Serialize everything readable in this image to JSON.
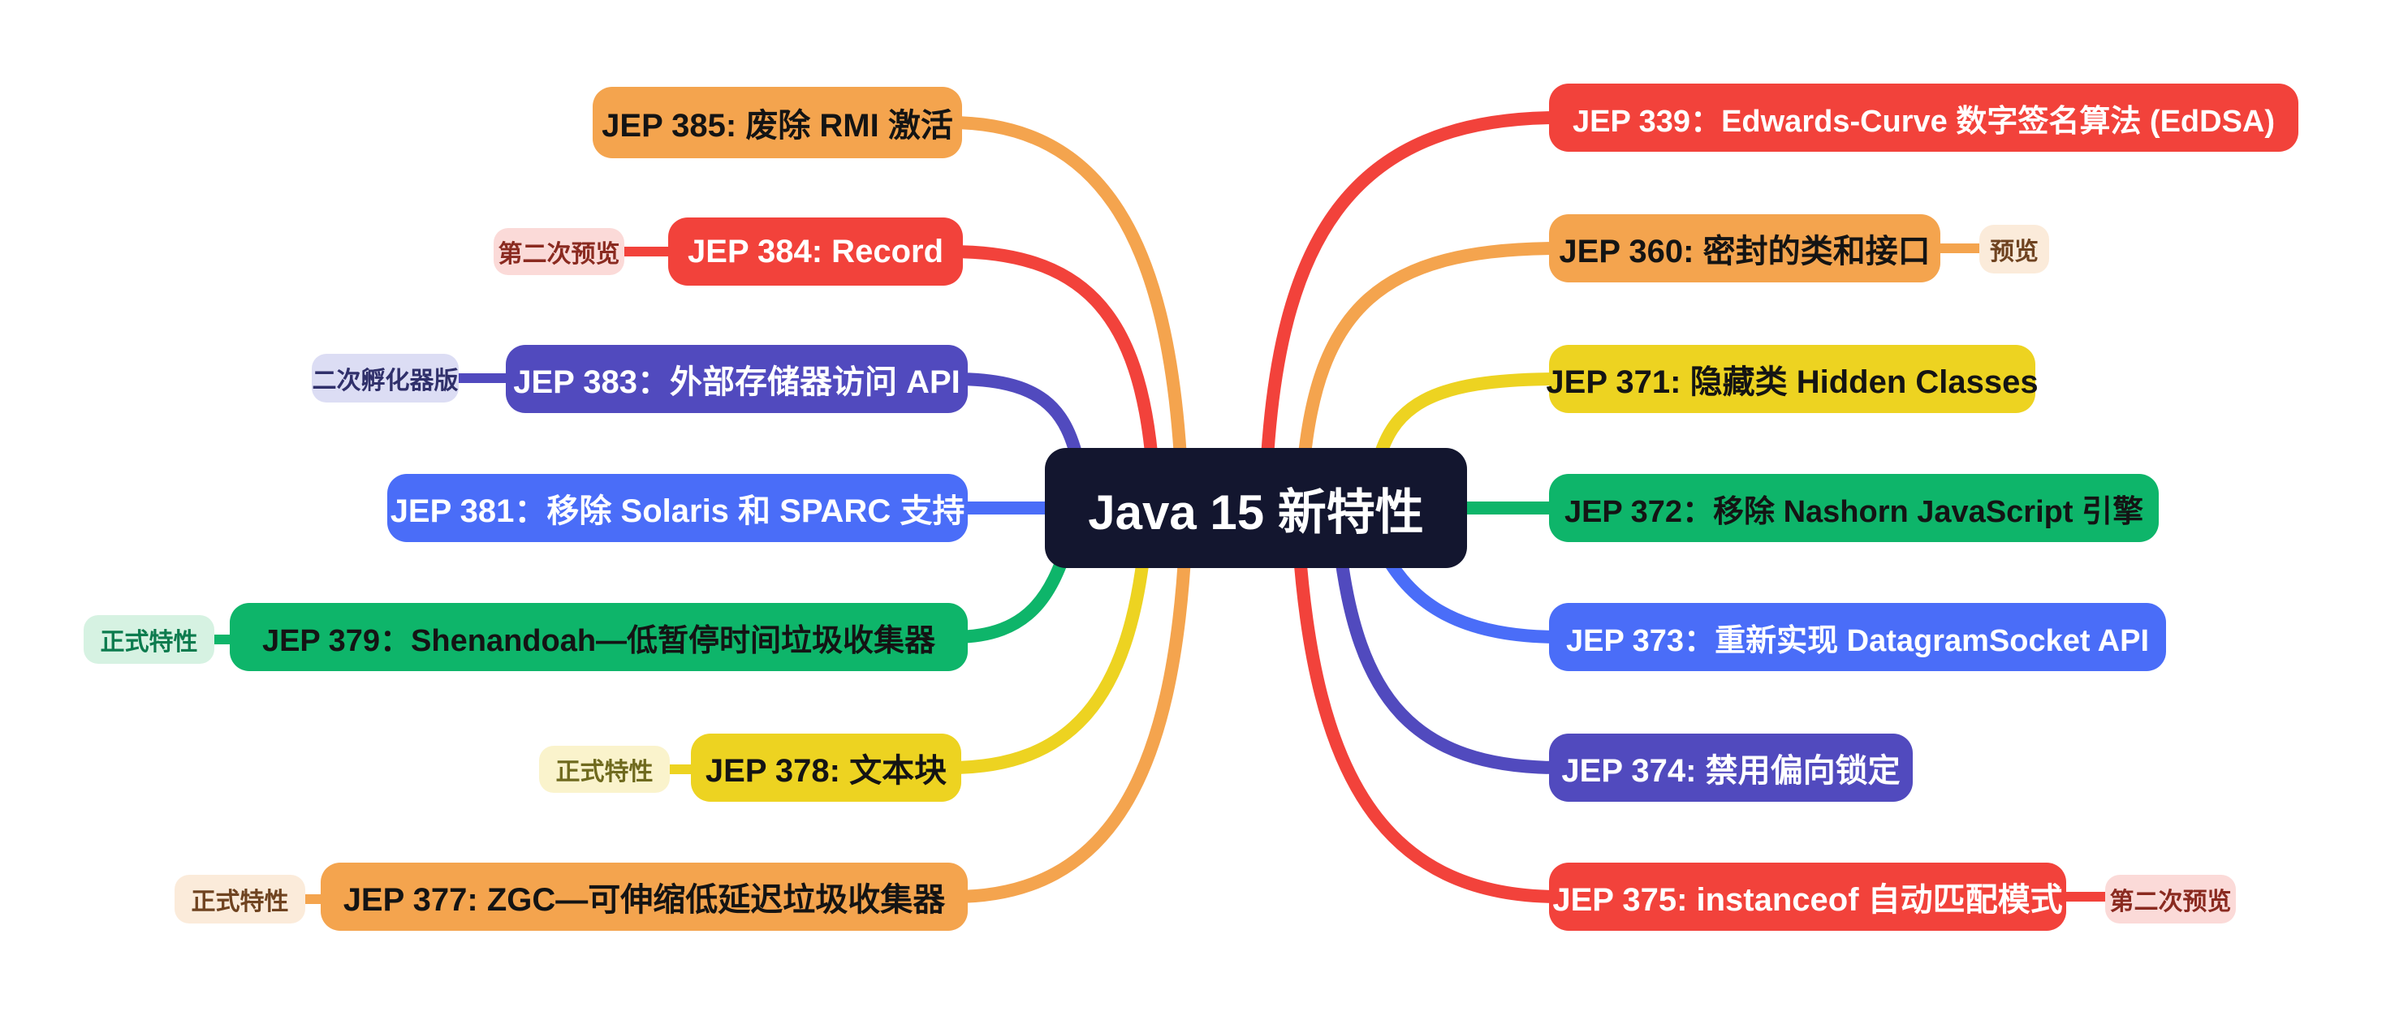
{
  "center": {
    "label": "Java 15 新特性"
  },
  "palette": {
    "orange": "#F4A44E",
    "red": "#F2423B",
    "indigo": "#514ABE",
    "blue": "#4A6DF8",
    "green": "#0EB56A",
    "yellow": "#EDD321",
    "center_bg": "#13162F",
    "tag_pink_bg": "#FBDAD8",
    "tag_lavender_bg": "#DCDDF4",
    "tag_mint_bg": "#D6F2E2",
    "tag_lightyellow_bg": "#FAF3CC",
    "tag_cream_bg": "#FBEBDA"
  },
  "left_branches": [
    {
      "label": "JEP 385: 废除 RMI 激活",
      "color": "orange"
    },
    {
      "label": "JEP 384: Record",
      "color": "red",
      "tag": "第二次预览"
    },
    {
      "label": "JEP 383：外部存储器访问 API",
      "color": "indigo",
      "tag": "二次孵化器版"
    },
    {
      "label": "JEP 381：移除 Solaris 和 SPARC 支持",
      "color": "blue"
    },
    {
      "label": "JEP 379：Shenandoah—低暂停时间垃圾收集器",
      "color": "green",
      "tag": "正式特性"
    },
    {
      "label": "JEP 378: 文本块",
      "color": "yellow",
      "tag": "正式特性"
    },
    {
      "label": "JEP 377: ZGC—可伸缩低延迟垃圾收集器",
      "color": "orange",
      "tag": "正式特性"
    }
  ],
  "right_branches": [
    {
      "label": "JEP 339：Edwards-Curve 数字签名算法 (EdDSA)",
      "color": "red"
    },
    {
      "label": "JEP 360: 密封的类和接口",
      "color": "orange",
      "tag": "预览"
    },
    {
      "label": "JEP 371: 隐藏类 Hidden Classes",
      "color": "yellow"
    },
    {
      "label": "JEP 372：移除 Nashorn JavaScript 引擎",
      "color": "green"
    },
    {
      "label": "JEP 373：重新实现 DatagramSocket API",
      "color": "blue"
    },
    {
      "label": "JEP 374: 禁用偏向锁定",
      "color": "indigo"
    },
    {
      "label": "JEP 375: instanceof 自动匹配模式",
      "color": "red",
      "tag": "第二次预览"
    }
  ]
}
